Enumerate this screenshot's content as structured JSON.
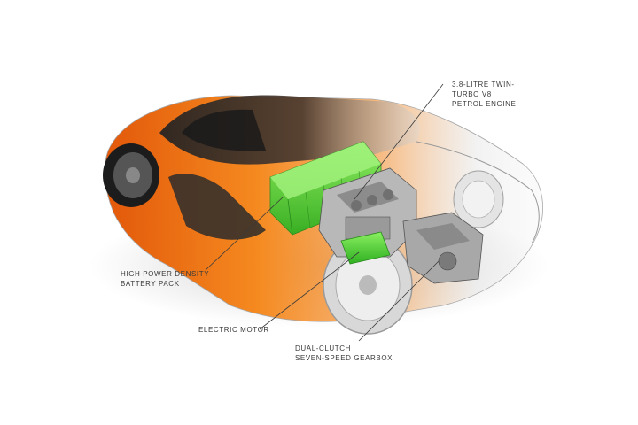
{
  "labels": {
    "engine": {
      "line1": "3.8-LITRE TWIN-",
      "line2": "TURBO V8",
      "line3": "PETROL ENGINE"
    },
    "battery": {
      "line1": "HIGH POWER DENSITY",
      "line2": "BATTERY PACK"
    },
    "motor": {
      "line1": "ELECTRIC MOTOR"
    },
    "gearbox": {
      "line1": "DUAL-CLUTCH",
      "line2": "SEVEN-SPEED GEARBOX"
    }
  },
  "colors": {
    "body_orange": "#f07818",
    "component_green": "#4fd83a",
    "chassis_grey": "#c9c9c9",
    "label_text": "#3a3a3a"
  }
}
